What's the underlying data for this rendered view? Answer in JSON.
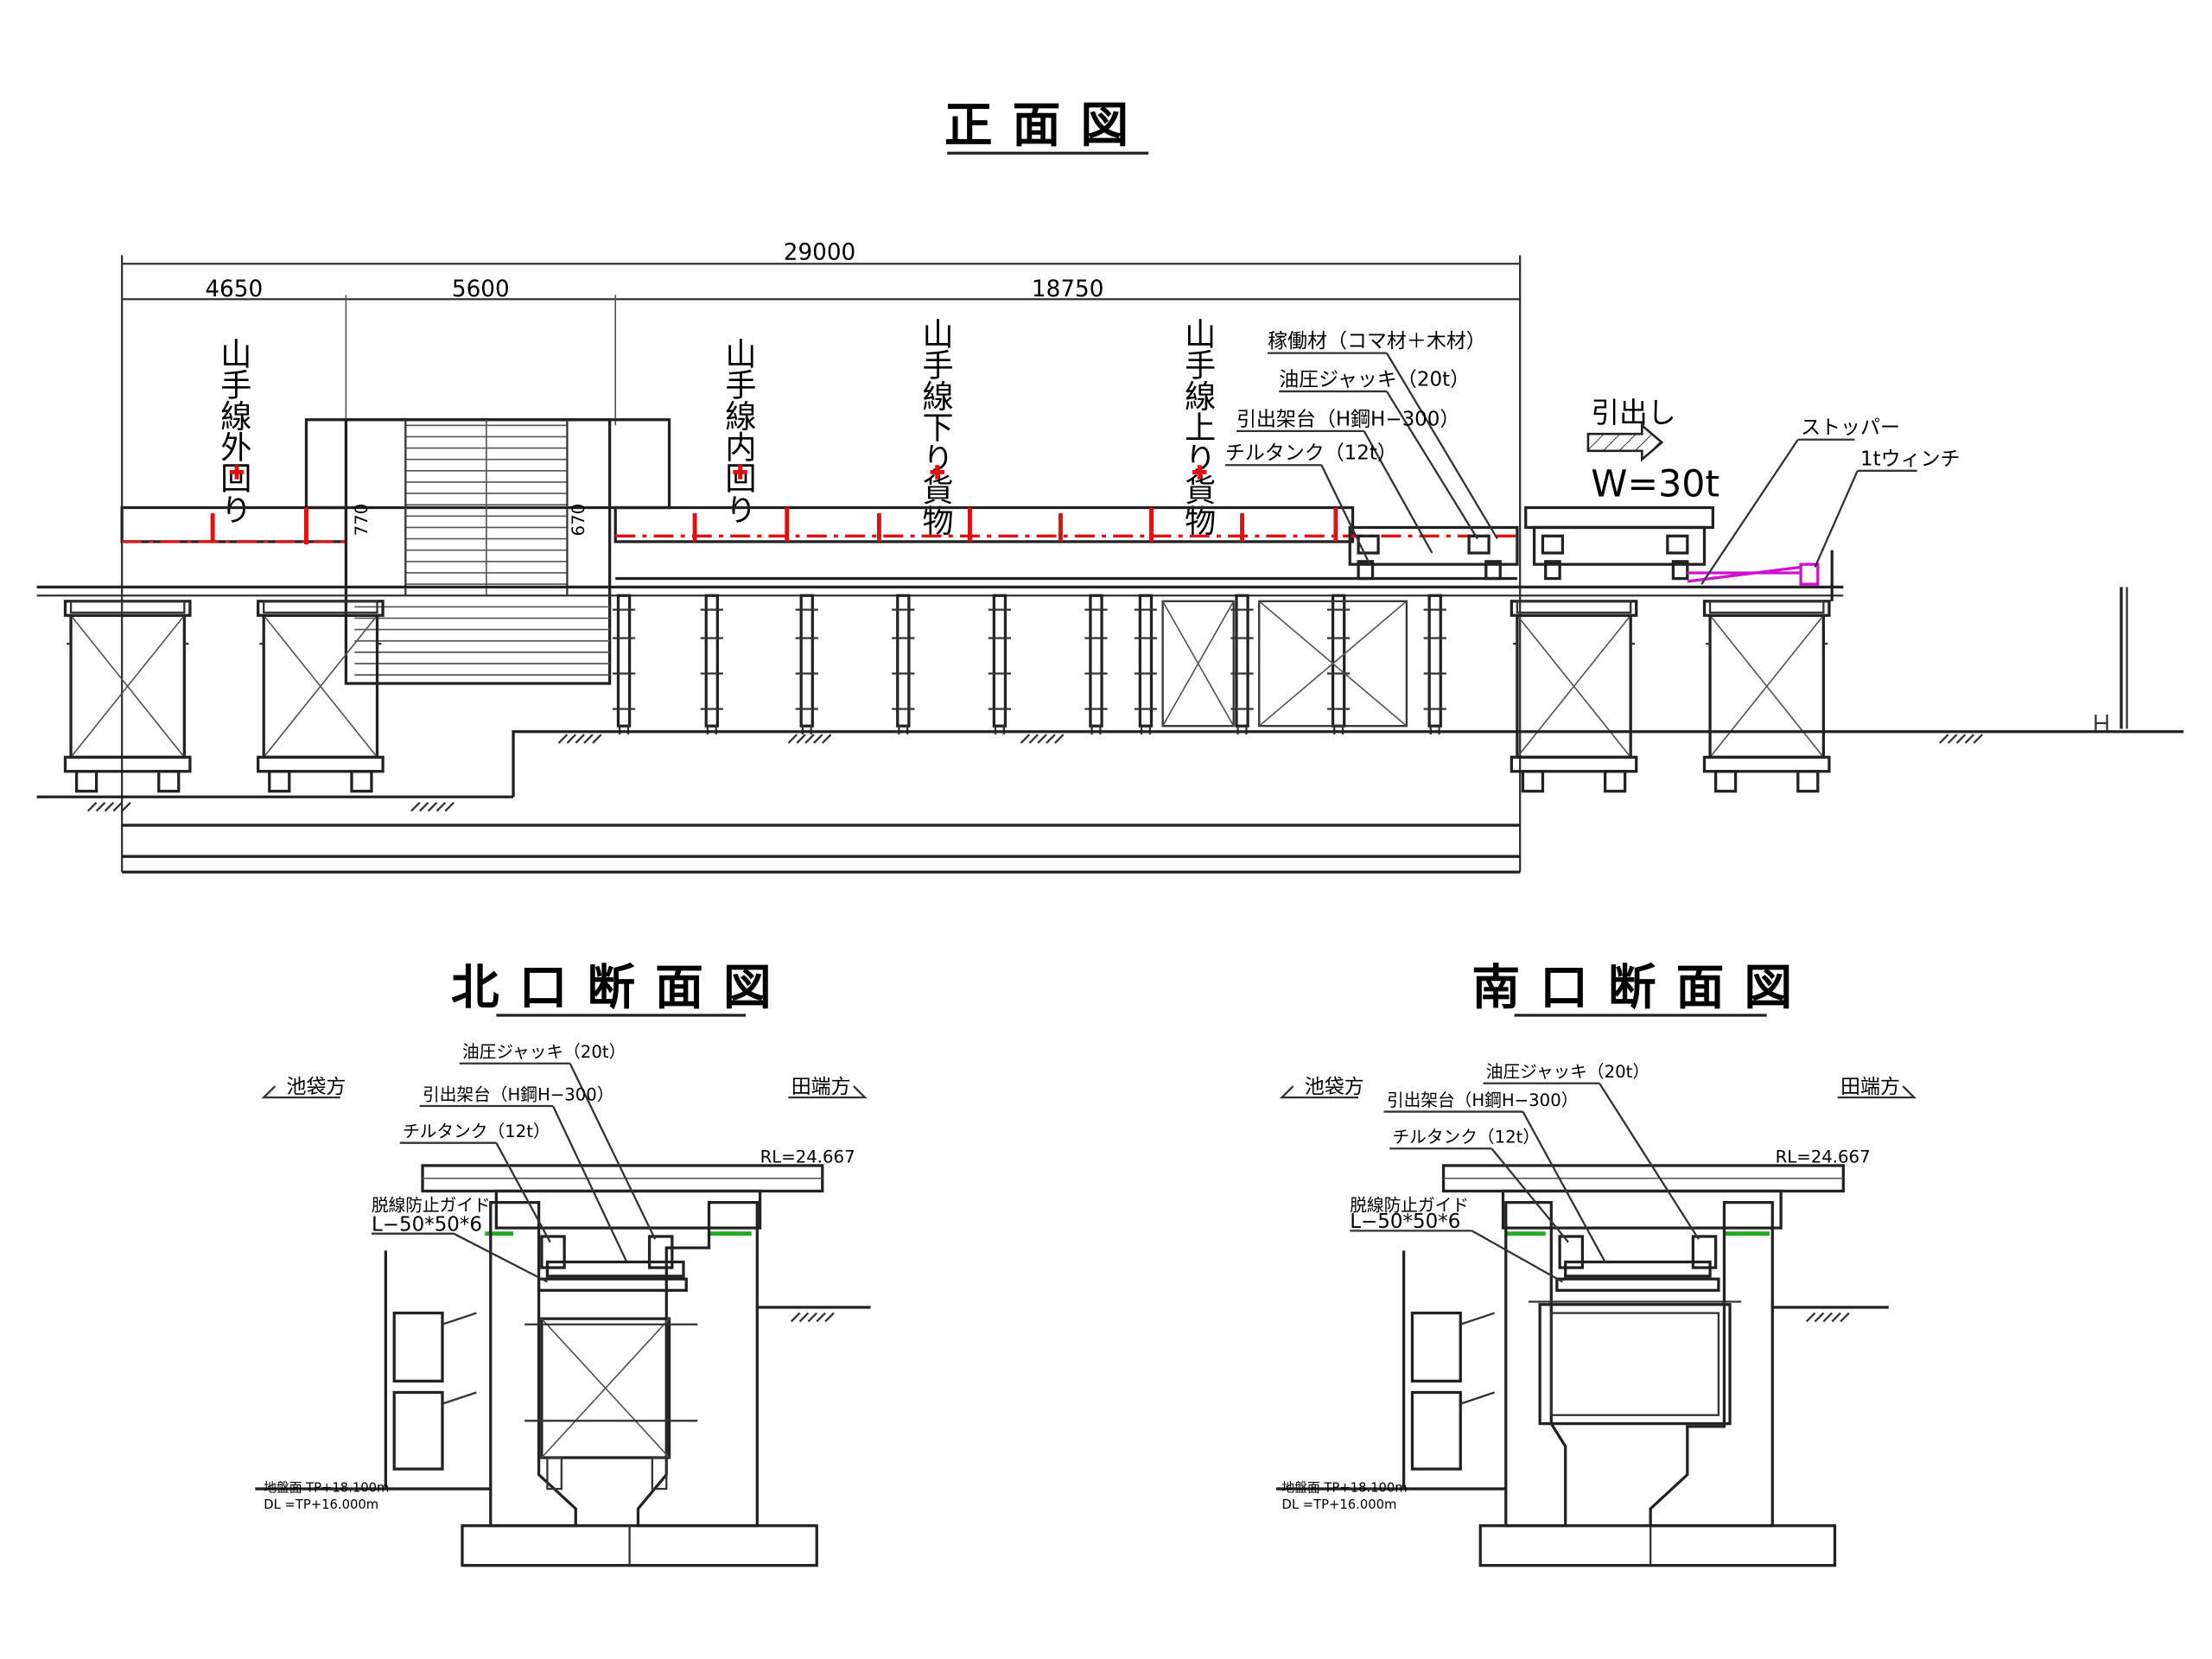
{
  "front_view": {
    "title": "正面図",
    "dims": {
      "total": "29000",
      "d1": "4650",
      "d2": "5600",
      "d3": "18750",
      "h1": "770",
      "h2": "670"
    },
    "track_labels": [
      "山手線外回り",
      "山手線内回り",
      "山手線下り貨物",
      "山手線上り貨物"
    ],
    "callouts": {
      "c1": "稼働材（コマ材＋木材）",
      "c2": "油圧ジャッキ（20t）",
      "c3": "引出架台（H鋼H−300）",
      "c4": "チルタンク（12t）",
      "stopper": "ストッパー",
      "winch": "1tウィンチ"
    },
    "pull_label": "引出し",
    "weight": "W=30t"
  },
  "north_section": {
    "title": "北口断面図",
    "left_dir": "池袋方",
    "right_dir": "田端方",
    "callouts": {
      "jack": "油圧ジャッキ（20t）",
      "frame": "引出架台（H鋼H−300）",
      "tank": "チルタンク（12t）",
      "guide": "脱線防止ガイド",
      "angle": "L−50*50*6"
    },
    "rl": "RL=24.667",
    "level1": "地盤面 TP+18.100m",
    "level2": "DL =TP+16.000m"
  },
  "south_section": {
    "title": "南口断面図",
    "left_dir": "池袋方",
    "right_dir": "田端方",
    "callouts": {
      "jack": "油圧ジャッキ（20t）",
      "frame": "引出架台（H鋼H−300）",
      "tank": "チルタンク（12t）",
      "guide": "脱線防止ガイド",
      "angle": "L−50*50*6"
    },
    "rl": "RL=24.667",
    "level1": "地盤面 TP+18.100m",
    "level2": "DL =TP+16.000m"
  }
}
